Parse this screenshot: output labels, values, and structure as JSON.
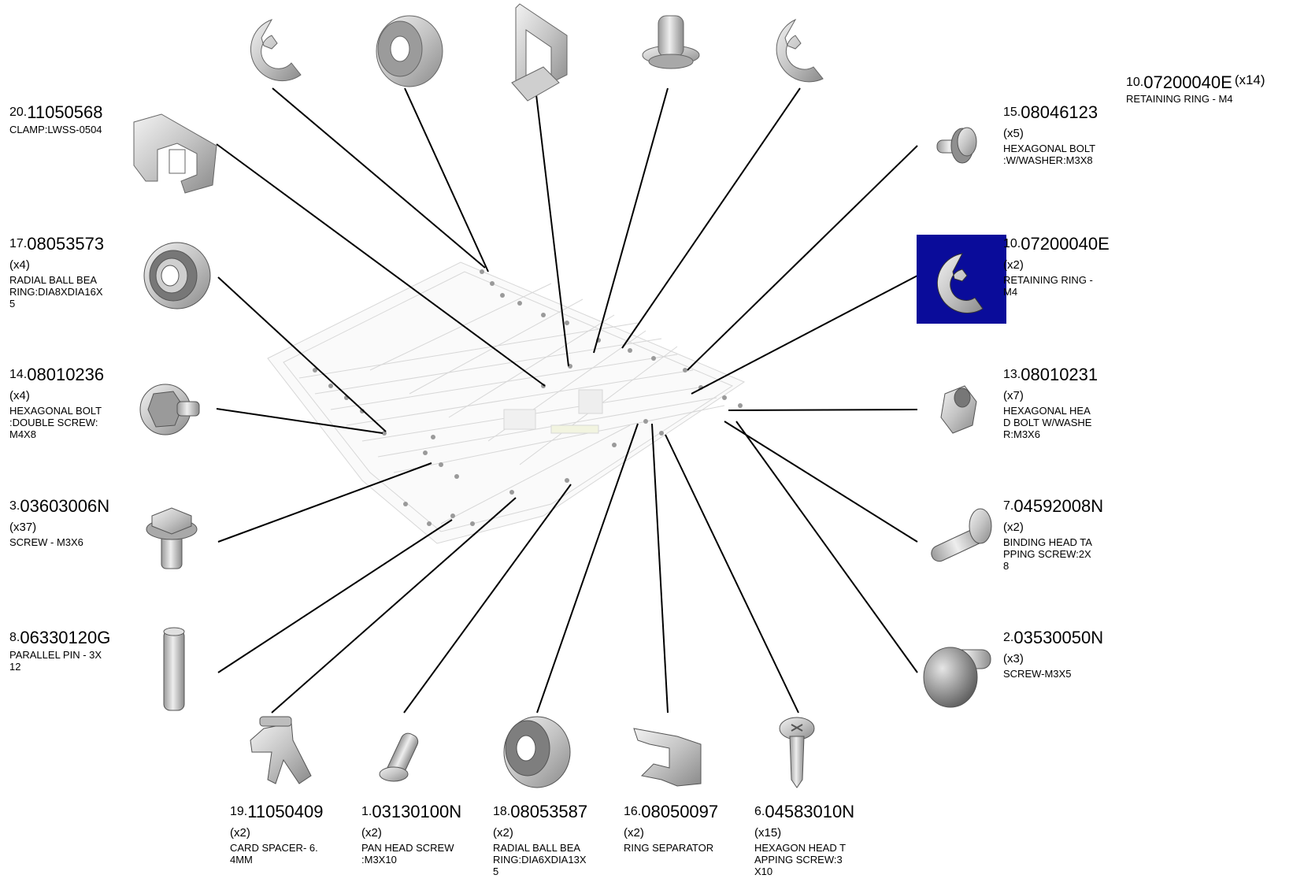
{
  "labels": [
    {
      "key": "p10top",
      "index": "10",
      "number": "07200040E",
      "qty": "(x14)",
      "desc": "RETAINING RING - M4"
    },
    {
      "key": "p20",
      "index": "20",
      "number": "11050568",
      "qty": "",
      "desc": "CLAMP:LWSS-0504"
    },
    {
      "key": "p15",
      "index": "15",
      "number": "08046123",
      "qty": "(x5)",
      "desc": "HEXAGONAL BOLT\n:W/WASHER:M3X8"
    },
    {
      "key": "p17",
      "index": "17",
      "number": "08053573",
      "qty": "(x4)",
      "desc": "RADIAL BALL BEA\nRING:DIA8XDIA16X\n5"
    },
    {
      "key": "p10",
      "index": "10",
      "number": "07200040E",
      "qty": "(x2)",
      "desc": "RETAINING RING -\nM4"
    },
    {
      "key": "p14",
      "index": "14",
      "number": "08010236",
      "qty": "(x4)",
      "desc": "HEXAGONAL BOLT\n:DOUBLE SCREW:\nM4X8"
    },
    {
      "key": "p13",
      "index": "13",
      "number": "08010231",
      "qty": "(x7)",
      "desc": "HEXAGONAL HEA\nD BOLT W/WASHE\nR:M3X6"
    },
    {
      "key": "p3",
      "index": "3",
      "number": "03603006N",
      "qty": "(x37)",
      "desc": "SCREW - M3X6"
    },
    {
      "key": "p7",
      "index": "7",
      "number": "04592008N",
      "qty": "(x2)",
      "desc": "BINDING HEAD TA\nPPING SCREW:2X\n8"
    },
    {
      "key": "p8",
      "index": "8",
      "number": "06330120G",
      "qty": "",
      "desc": "PARALLEL PIN - 3X\n12"
    },
    {
      "key": "p2",
      "index": "2",
      "number": "03530050N",
      "qty": "(x3)",
      "desc": "SCREW-M3X5"
    },
    {
      "key": "p19",
      "index": "19",
      "number": "11050409",
      "qty": "(x2)",
      "desc": "CARD SPACER- 6.\n4MM"
    },
    {
      "key": "p1",
      "index": "1",
      "number": "03130100N",
      "qty": "(x2)",
      "desc": "PAN HEAD SCREW\n:M3X10"
    },
    {
      "key": "p18",
      "index": "18",
      "number": "08053587",
      "qty": "(x2)",
      "desc": "RADIAL BALL BEA\nRING:DIA6XDIA13X\n5"
    },
    {
      "key": "p16",
      "index": "16",
      "number": "08050097",
      "qty": "(x2)",
      "desc": "RING SEPARATOR"
    },
    {
      "key": "p6",
      "index": "6",
      "number": "04583010N",
      "qty": "(x15)",
      "desc": "HEXAGON HEAD T\nAPPING SCREW:3\nX10"
    }
  ],
  "colors": {
    "highlight": "#0a0c9a",
    "part": "#b9b9b9",
    "leader": "#000000"
  }
}
